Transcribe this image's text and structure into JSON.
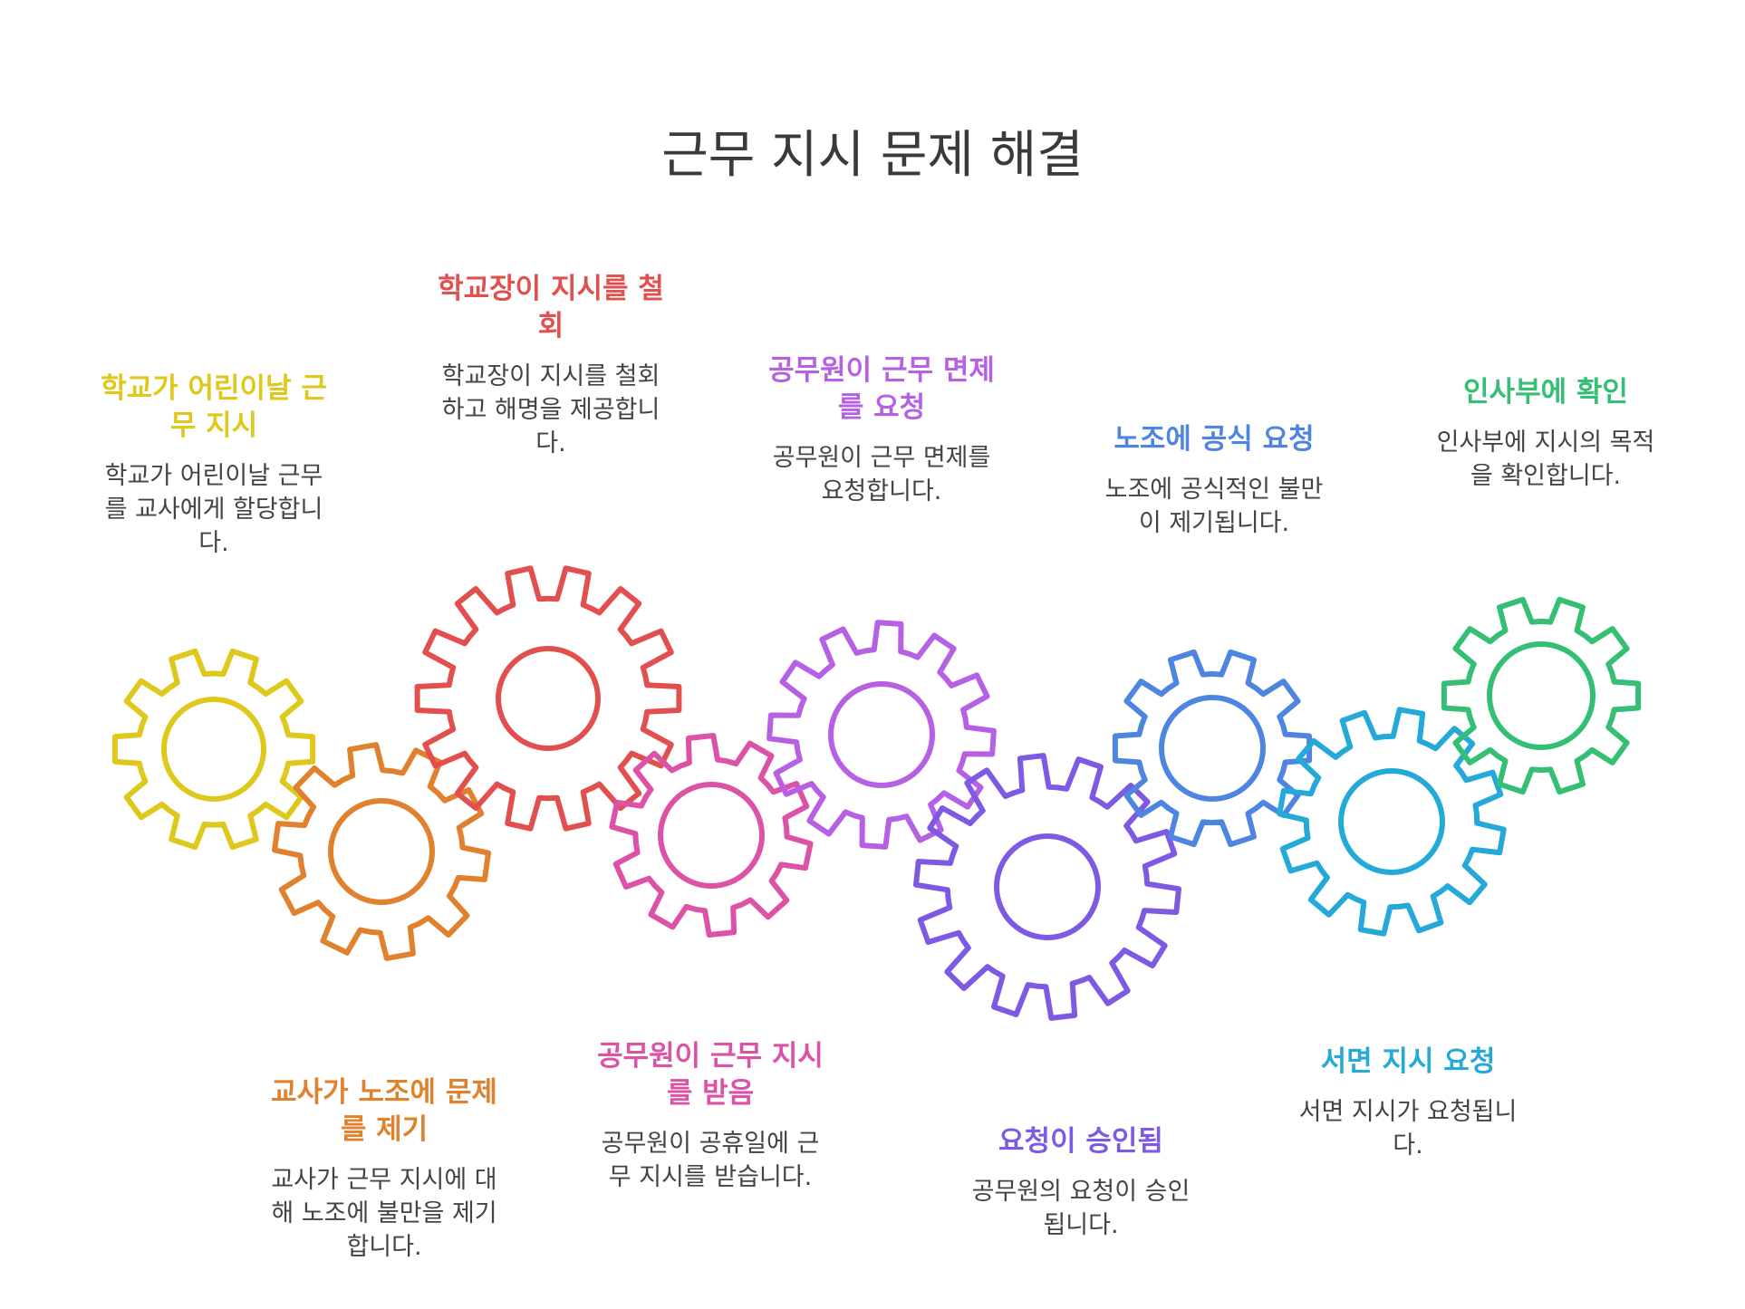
{
  "title": "근무 지시 문제 해결",
  "steps": [
    {
      "title": "학교가 어린이날 근\n무 지시",
      "desc": "학교가 어린이날 근무\n를 교사에게 할당합니\n다.",
      "color": "#dfc81c"
    },
    {
      "title": "교사가 노조에 문제\n를 제기",
      "desc": "교사가 근무 지시에 대\n해 노조에 불만을 제기\n합니다.",
      "color": "#e0812d"
    },
    {
      "title": "학교장이 지시를 철\n회",
      "desc": "학교장이 지시를 철회\n하고 해명을 제공합니\n다.",
      "color": "#e1504f"
    },
    {
      "title": "공무원이 근무 지시\n를 받음",
      "desc": "공무원이 공휴일에 근\n무 지시를 받습니다.",
      "color": "#dc52a6"
    },
    {
      "title": "공무원이 근무 면제\n를 요청",
      "desc": "공무원이 근무 면제를\n요청합니다.",
      "color": "#b660e4"
    },
    {
      "title": "요청이 승인됨",
      "desc": "공무원의 요청이 승인\n됩니다.",
      "color": "#7e5ae2"
    },
    {
      "title": "노조에 공식 요청",
      "desc": "노조에 공식적인 불만\n이 제기됩니다.",
      "color": "#4d85e0"
    },
    {
      "title": "서면 지시 요청",
      "desc": "서면 지시가 요청됩니\n다.",
      "color": "#24a9d8"
    },
    {
      "title": "인사부에 확인",
      "desc": "인사부에 지시의 목적\n을 확인합니다.",
      "color": "#35bf74"
    }
  ]
}
